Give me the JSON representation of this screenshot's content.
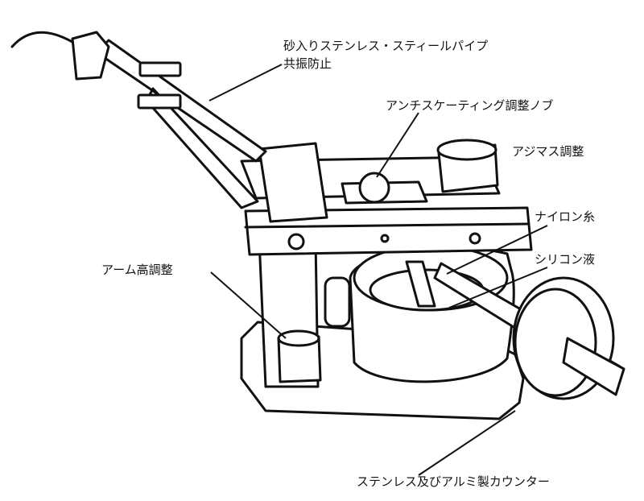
{
  "labels": {
    "pipe_line1": "砂入りステンレス・スティールパイプ",
    "pipe_line2": "共振防止",
    "antiskating": "アンチスケーティング調整ノブ",
    "azimuth": "アジマス調整",
    "nylon": "ナイロン糸",
    "silicon": "シリコン液",
    "arm_height": "アーム高調整",
    "counterweight": "ステンレス及びアルミ製カウンター"
  },
  "colors": {
    "line": "#111111",
    "fill": "#ffffff"
  }
}
